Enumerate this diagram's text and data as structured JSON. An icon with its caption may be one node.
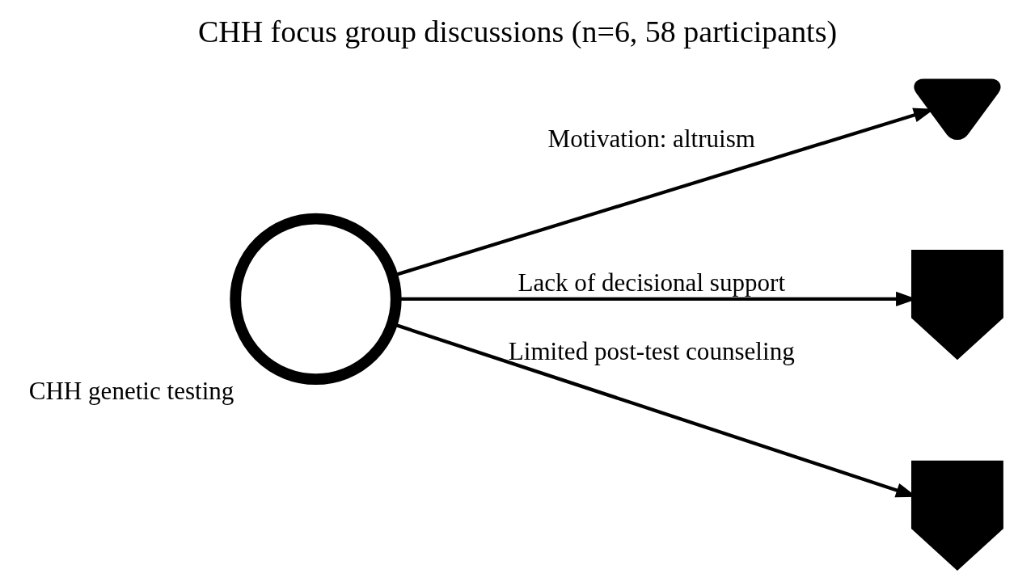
{
  "diagram": {
    "title": "CHH focus group discussions (n=6, 58 participants)",
    "nodes": [
      {
        "text": [],
        "shape": "circle",
        "beside": [
          "CHH genetic testing"
        ]
      },
      {
        "text": [],
        "shape": "heart"
      },
      {
        "text": [],
        "shape": "person"
      },
      {
        "text": [],
        "shape": "person"
      }
    ],
    "edges": [
      {
        "from": 0,
        "to": 1,
        "arrow": "to",
        "label": "Motivation: altruism"
      },
      {
        "from": 0,
        "to": 2,
        "arrow": "to",
        "label": "Lack of decisional support"
      },
      {
        "from": 0,
        "to": 3,
        "arrow": "to",
        "label": "Limited post-test counseling"
      }
    ]
  }
}
